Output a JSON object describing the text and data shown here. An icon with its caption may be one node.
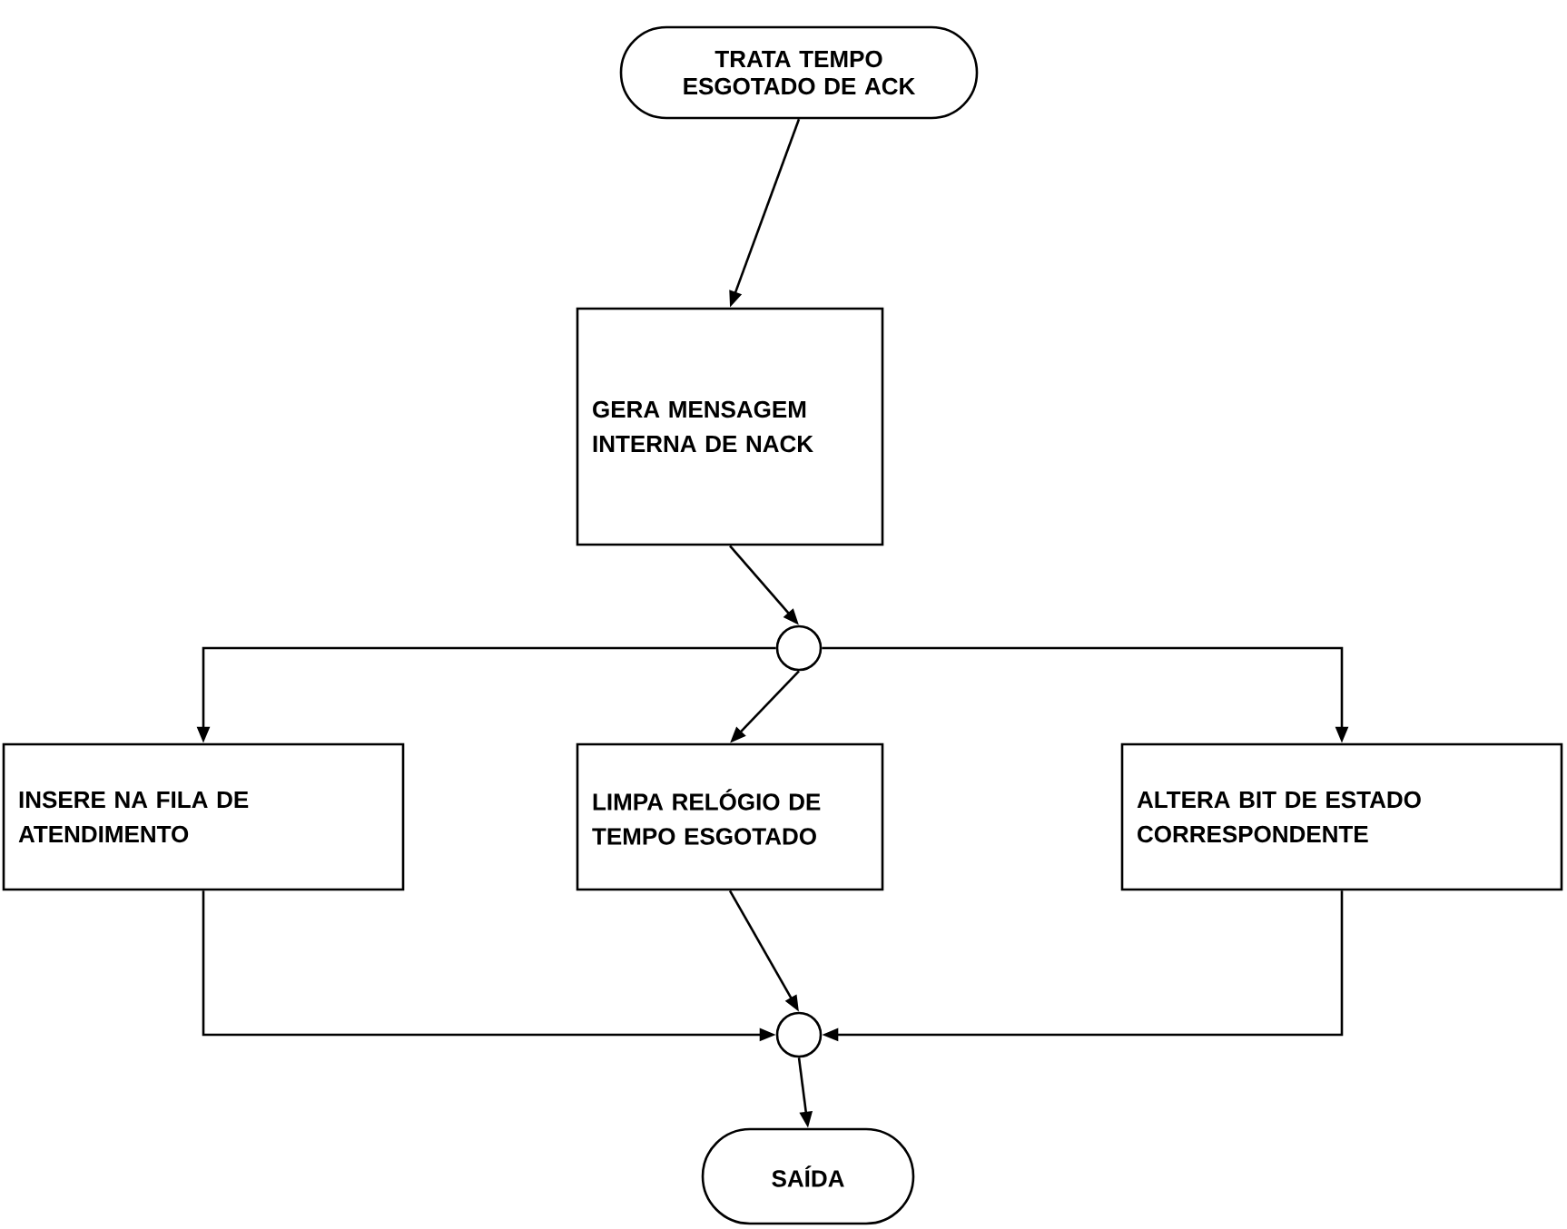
{
  "diagram": {
    "nodes": [
      {
        "text": [
          "TRATA TEMPO ESGOTADO DE ACK"
        ]
      },
      {
        "text": [
          "GERA MENSAGEM INTERNA DE NACK"
        ]
      },
      {
        "text": [],
        "shape": "circle"
      },
      {
        "text": [
          "INSERE NA FILA DE ATENDIMENTO"
        ]
      },
      {
        "text": [
          "LIMPA RELÓGIO DE TEMPO ESGOTADO"
        ]
      },
      {
        "text": [
          "ALTERA BIT DE ESTADO CORRESPONDENTE"
        ]
      },
      {
        "text": [],
        "shape": "circle"
      },
      {
        "text": [
          "SAÍDA"
        ]
      }
    ],
    "edges": [
      {
        "from": 0,
        "to": 1,
        "arrow": "to"
      },
      {
        "from": 1,
        "to": 2,
        "arrow": "to"
      },
      {
        "from": 2,
        "to": 3,
        "arrow": "to"
      },
      {
        "from": 2,
        "to": 4,
        "arrow": "to"
      },
      {
        "from": 2,
        "to": 5,
        "arrow": "to"
      },
      {
        "from": 3,
        "to": 6,
        "arrow": "to"
      },
      {
        "from": 4,
        "to": 6,
        "arrow": "to"
      },
      {
        "from": 5,
        "to": 6,
        "arrow": "to"
      },
      {
        "from": 6,
        "to": 7,
        "arrow": "to"
      }
    ]
  }
}
